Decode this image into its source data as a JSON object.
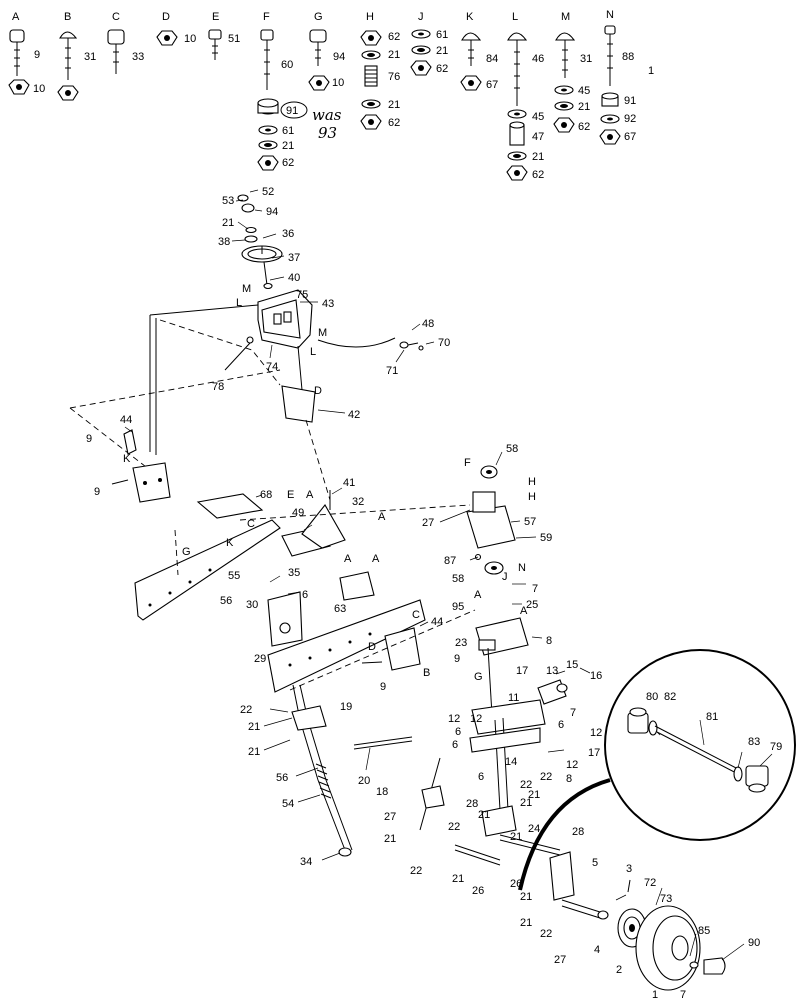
{
  "hardware_columns": [
    {
      "letter": "A",
      "items": [
        "9",
        "10"
      ]
    },
    {
      "letter": "B",
      "items": [
        "31"
      ]
    },
    {
      "letter": "C",
      "items": [
        "33"
      ]
    },
    {
      "letter": "D",
      "items": [
        "10"
      ]
    },
    {
      "letter": "E",
      "items": [
        "51"
      ]
    },
    {
      "letter": "F",
      "items": [
        "60",
        "91",
        "61",
        "21",
        "62"
      ]
    },
    {
      "letter": "G",
      "items": [
        "94",
        "10"
      ]
    },
    {
      "letter": "H",
      "items": [
        "62",
        "21",
        "76",
        "21",
        "62"
      ]
    },
    {
      "letter": "J",
      "items": [
        "61",
        "21",
        "62"
      ]
    },
    {
      "letter": "K",
      "items": [
        "84",
        "67"
      ]
    },
    {
      "letter": "L",
      "items": [
        "46",
        "45",
        "47",
        "21",
        "62"
      ]
    },
    {
      "letter": "M",
      "items": [
        "31",
        "45",
        "21",
        "62"
      ]
    },
    {
      "letter": "N",
      "items": [
        "88",
        "91",
        "92",
        "67"
      ]
    }
  ],
  "top_right_number": "1",
  "handwritten_note": [
    "was",
    "93"
  ],
  "callouts": {
    "steering": [
      "52",
      "53",
      "94",
      "21",
      "36",
      "38",
      "37",
      "40",
      "75",
      "43",
      "74",
      "78",
      "42",
      "48",
      "70",
      "71"
    ],
    "frame": [
      "44",
      "9",
      "9",
      "68",
      "49",
      "41",
      "32",
      "27",
      "58",
      "57",
      "59",
      "87",
      "58",
      "7",
      "25",
      "95",
      "23",
      "8",
      "35",
      "55",
      "56",
      "30",
      "6",
      "63",
      "29",
      "44",
      "9",
      "9",
      "22",
      "21",
      "19",
      "21",
      "56",
      "54",
      "34",
      "20"
    ],
    "axle": [
      "17",
      "13",
      "15",
      "16",
      "11",
      "12",
      "6",
      "12",
      "6",
      "7",
      "6",
      "12",
      "17",
      "12",
      "8",
      "6",
      "14",
      "22",
      "21",
      "21",
      "22",
      "21",
      "24",
      "21",
      "18",
      "28",
      "27",
      "21",
      "22",
      "22",
      "21",
      "26",
      "26",
      "28",
      "5",
      "21",
      "21",
      "22",
      "27",
      "3",
      "72",
      "73",
      "4",
      "2",
      "85",
      "1",
      "7",
      "90"
    ],
    "inset": [
      "80",
      "82",
      "81",
      "83",
      "79"
    ]
  },
  "letter_markers": [
    "M",
    "L",
    "M",
    "L",
    "D",
    "K",
    "E",
    "A",
    "C",
    "A",
    "G",
    "K",
    "F",
    "H",
    "H",
    "N",
    "J",
    "A",
    "A",
    "C",
    "D",
    "B",
    "A",
    "A",
    "G"
  ]
}
